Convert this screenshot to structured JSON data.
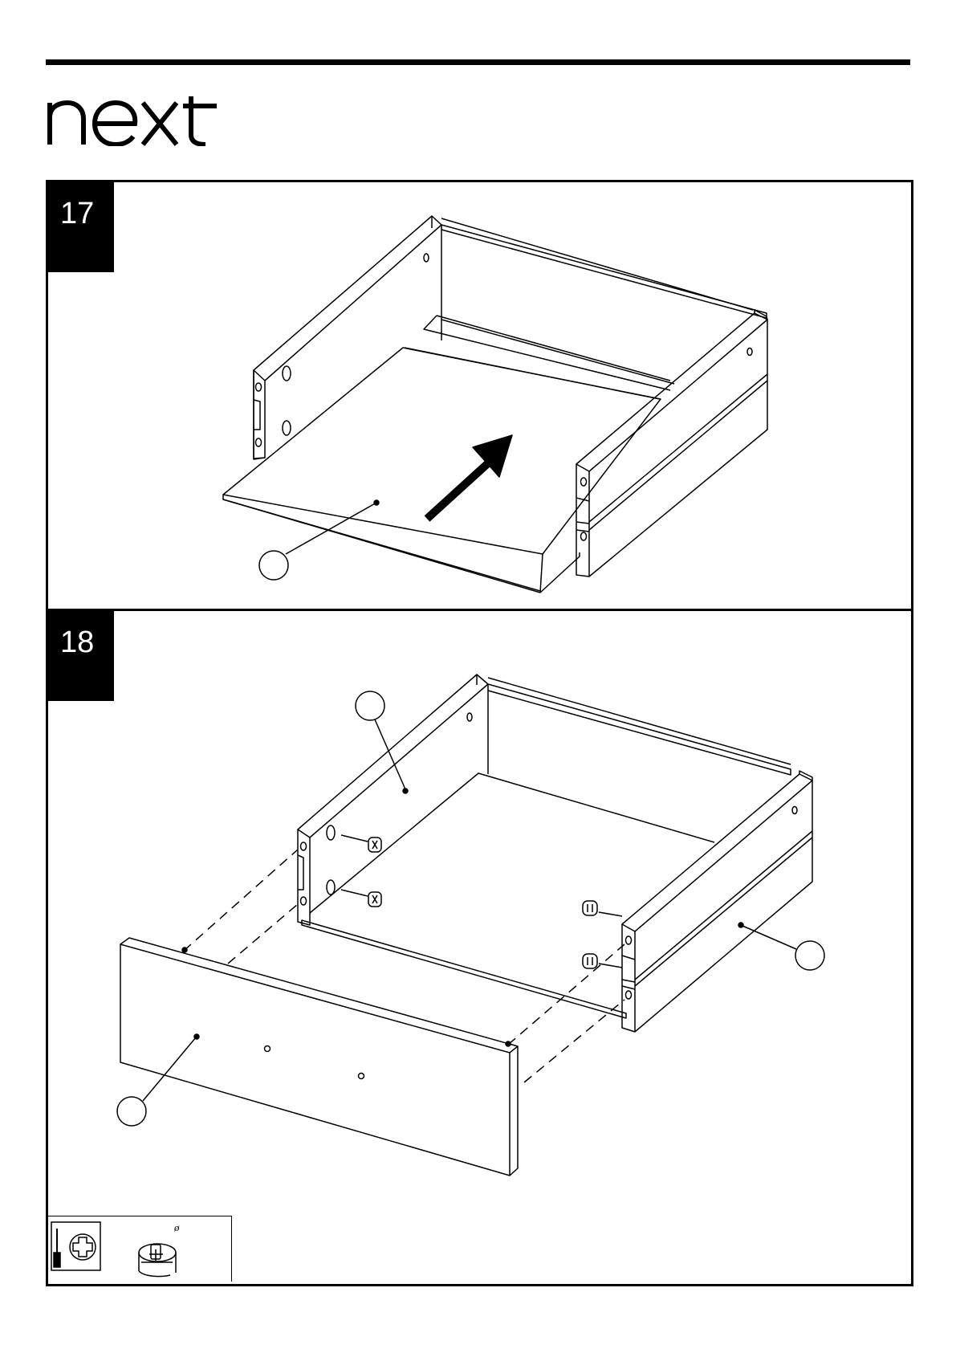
{
  "document": {
    "brand": "next"
  },
  "steps": [
    {
      "number": "17"
    },
    {
      "number": "18"
    }
  ],
  "legend": {
    "tool": "screwdriver-icon",
    "fitting": "cam-lock-icon",
    "symbol": "ø"
  },
  "icons": [
    "arrow-icon",
    "screwdriver-icon",
    "cam-lock-icon"
  ]
}
